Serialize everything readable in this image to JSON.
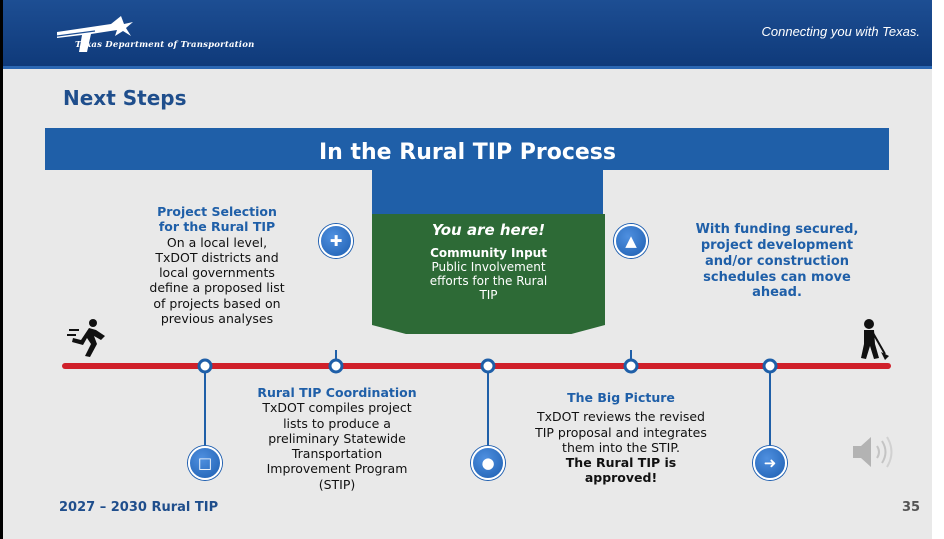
{
  "header": {
    "logo_text": "Texas Department of Transportation",
    "tagline": "Connecting you with Texas."
  },
  "title": "Next Steps",
  "banner": "In the Rural TIP Process",
  "here_box": {
    "title": "You are here!",
    "subtitle": "Community Input",
    "lines": [
      "Public Involvement",
      "efforts for the Rural",
      "TIP"
    ]
  },
  "steps": {
    "selection": {
      "heading_lines": [
        "Project Selection",
        "for the Rural TIP"
      ],
      "body_lines": [
        "On a local level,",
        "TxDOT districts and",
        "local governments",
        "define a proposed list",
        "of projects based on",
        "previous analyses"
      ]
    },
    "coordination": {
      "heading": "Rural TIP Coordination",
      "body_lines": [
        "TxDOT compiles project",
        "lists to produce a",
        "preliminary Statewide",
        "Transportation",
        "Improvement Program",
        "(STIP)"
      ]
    },
    "big_picture": {
      "heading": "The Big Picture",
      "body_lines": [
        "TxDOT reviews the revised",
        "TIP proposal and integrates",
        "them into the STIP."
      ],
      "bold_lines": [
        "The Rural TIP is",
        "approved!"
      ]
    },
    "funding": {
      "lines": [
        "With funding secured,",
        "project development",
        "and/or construction",
        "schedules can move",
        "ahead."
      ]
    }
  },
  "icons": [
    "puzzle-icon",
    "thumbs-up-icon",
    "document-icon",
    "chat-bubble-icon",
    "arrow-right-icon",
    "running-person-icon",
    "worker-shovel-icon",
    "speaker-icon"
  ],
  "footer": "2027 – 2030  Rural TIP",
  "page_number": "35",
  "colors": {
    "header_blue": "#1d4e93",
    "banner_blue": "#1f5fa8",
    "title_blue": "#1f4e8c",
    "timeline_red": "#d0202a",
    "here_green": "#2d6a36"
  }
}
